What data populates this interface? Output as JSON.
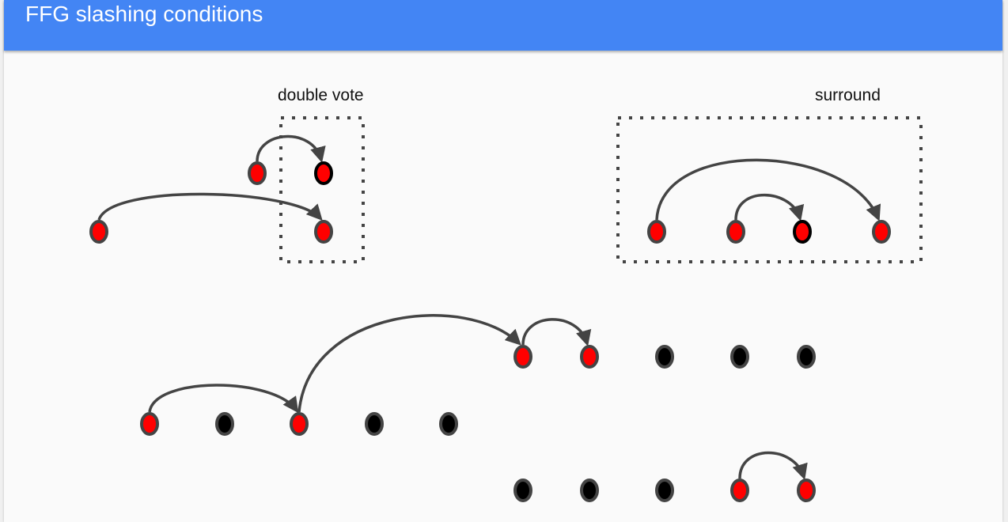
{
  "header": {
    "title": "FFG slashing conditions"
  },
  "labels": {
    "double_vote": "double vote",
    "surround": "surround"
  },
  "colors": {
    "header": "#4385f4",
    "justified_node": "#ff0000",
    "plain_node": "#000000",
    "node_border": "#444444",
    "arrow": "#444444"
  }
}
